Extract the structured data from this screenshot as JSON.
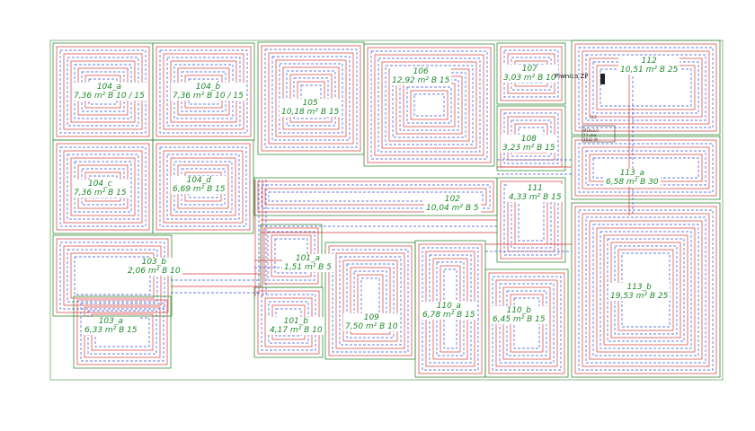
{
  "diagram": {
    "colors": {
      "wall": "#3a8d3a",
      "supply": "#d63a3a",
      "return": "#3b4fd6",
      "label": "#1f8a2a",
      "background": "#ffffff"
    },
    "zones": [
      {
        "id": "104_a",
        "area": "7,36 m² B 10 / 15"
      },
      {
        "id": "104_b",
        "area": "7,36 m² B 10 / 15"
      },
      {
        "id": "105",
        "area": "10,18 m² B 15"
      },
      {
        "id": "106",
        "area": "12,92 m² B 15"
      },
      {
        "id": "107",
        "area": "3,03 m² B 10"
      },
      {
        "id": "112",
        "area": "10,51 m² B 25"
      },
      {
        "id": "108",
        "area": "3,23 m² B 15"
      },
      {
        "id": "104_c",
        "area": "7,36 m² B 15"
      },
      {
        "id": "104_d",
        "area": "6,69 m² B 15"
      },
      {
        "id": "113_a",
        "area": "6,58 m² B 30"
      },
      {
        "id": "111",
        "area": "4,33 m² B 15"
      },
      {
        "id": "102",
        "area": "10,04 m² B 5"
      },
      {
        "id": "101_a",
        "area": "1,51 m² B 5"
      },
      {
        "id": "103_b",
        "area": "2,06 m² B 10"
      },
      {
        "id": "113_b",
        "area": "19,53 m² B 25"
      },
      {
        "id": "109",
        "area": "7,50 m² B 10"
      },
      {
        "id": "110_a",
        "area": "6,78 m² B 15"
      },
      {
        "id": "110_b",
        "area": "6,45 m² B 15"
      },
      {
        "id": "101_b",
        "area": "4,17 m² B 10"
      },
      {
        "id": "103_a",
        "area": "6,33 m² B 15"
      }
    ],
    "annotations": {
      "room_name": "Piwnica ZP",
      "pipe_small": "112",
      "manifold_lines": [
        "Ø16x2.0",
        "13 obw.",
        "1632 l/h"
      ]
    }
  }
}
